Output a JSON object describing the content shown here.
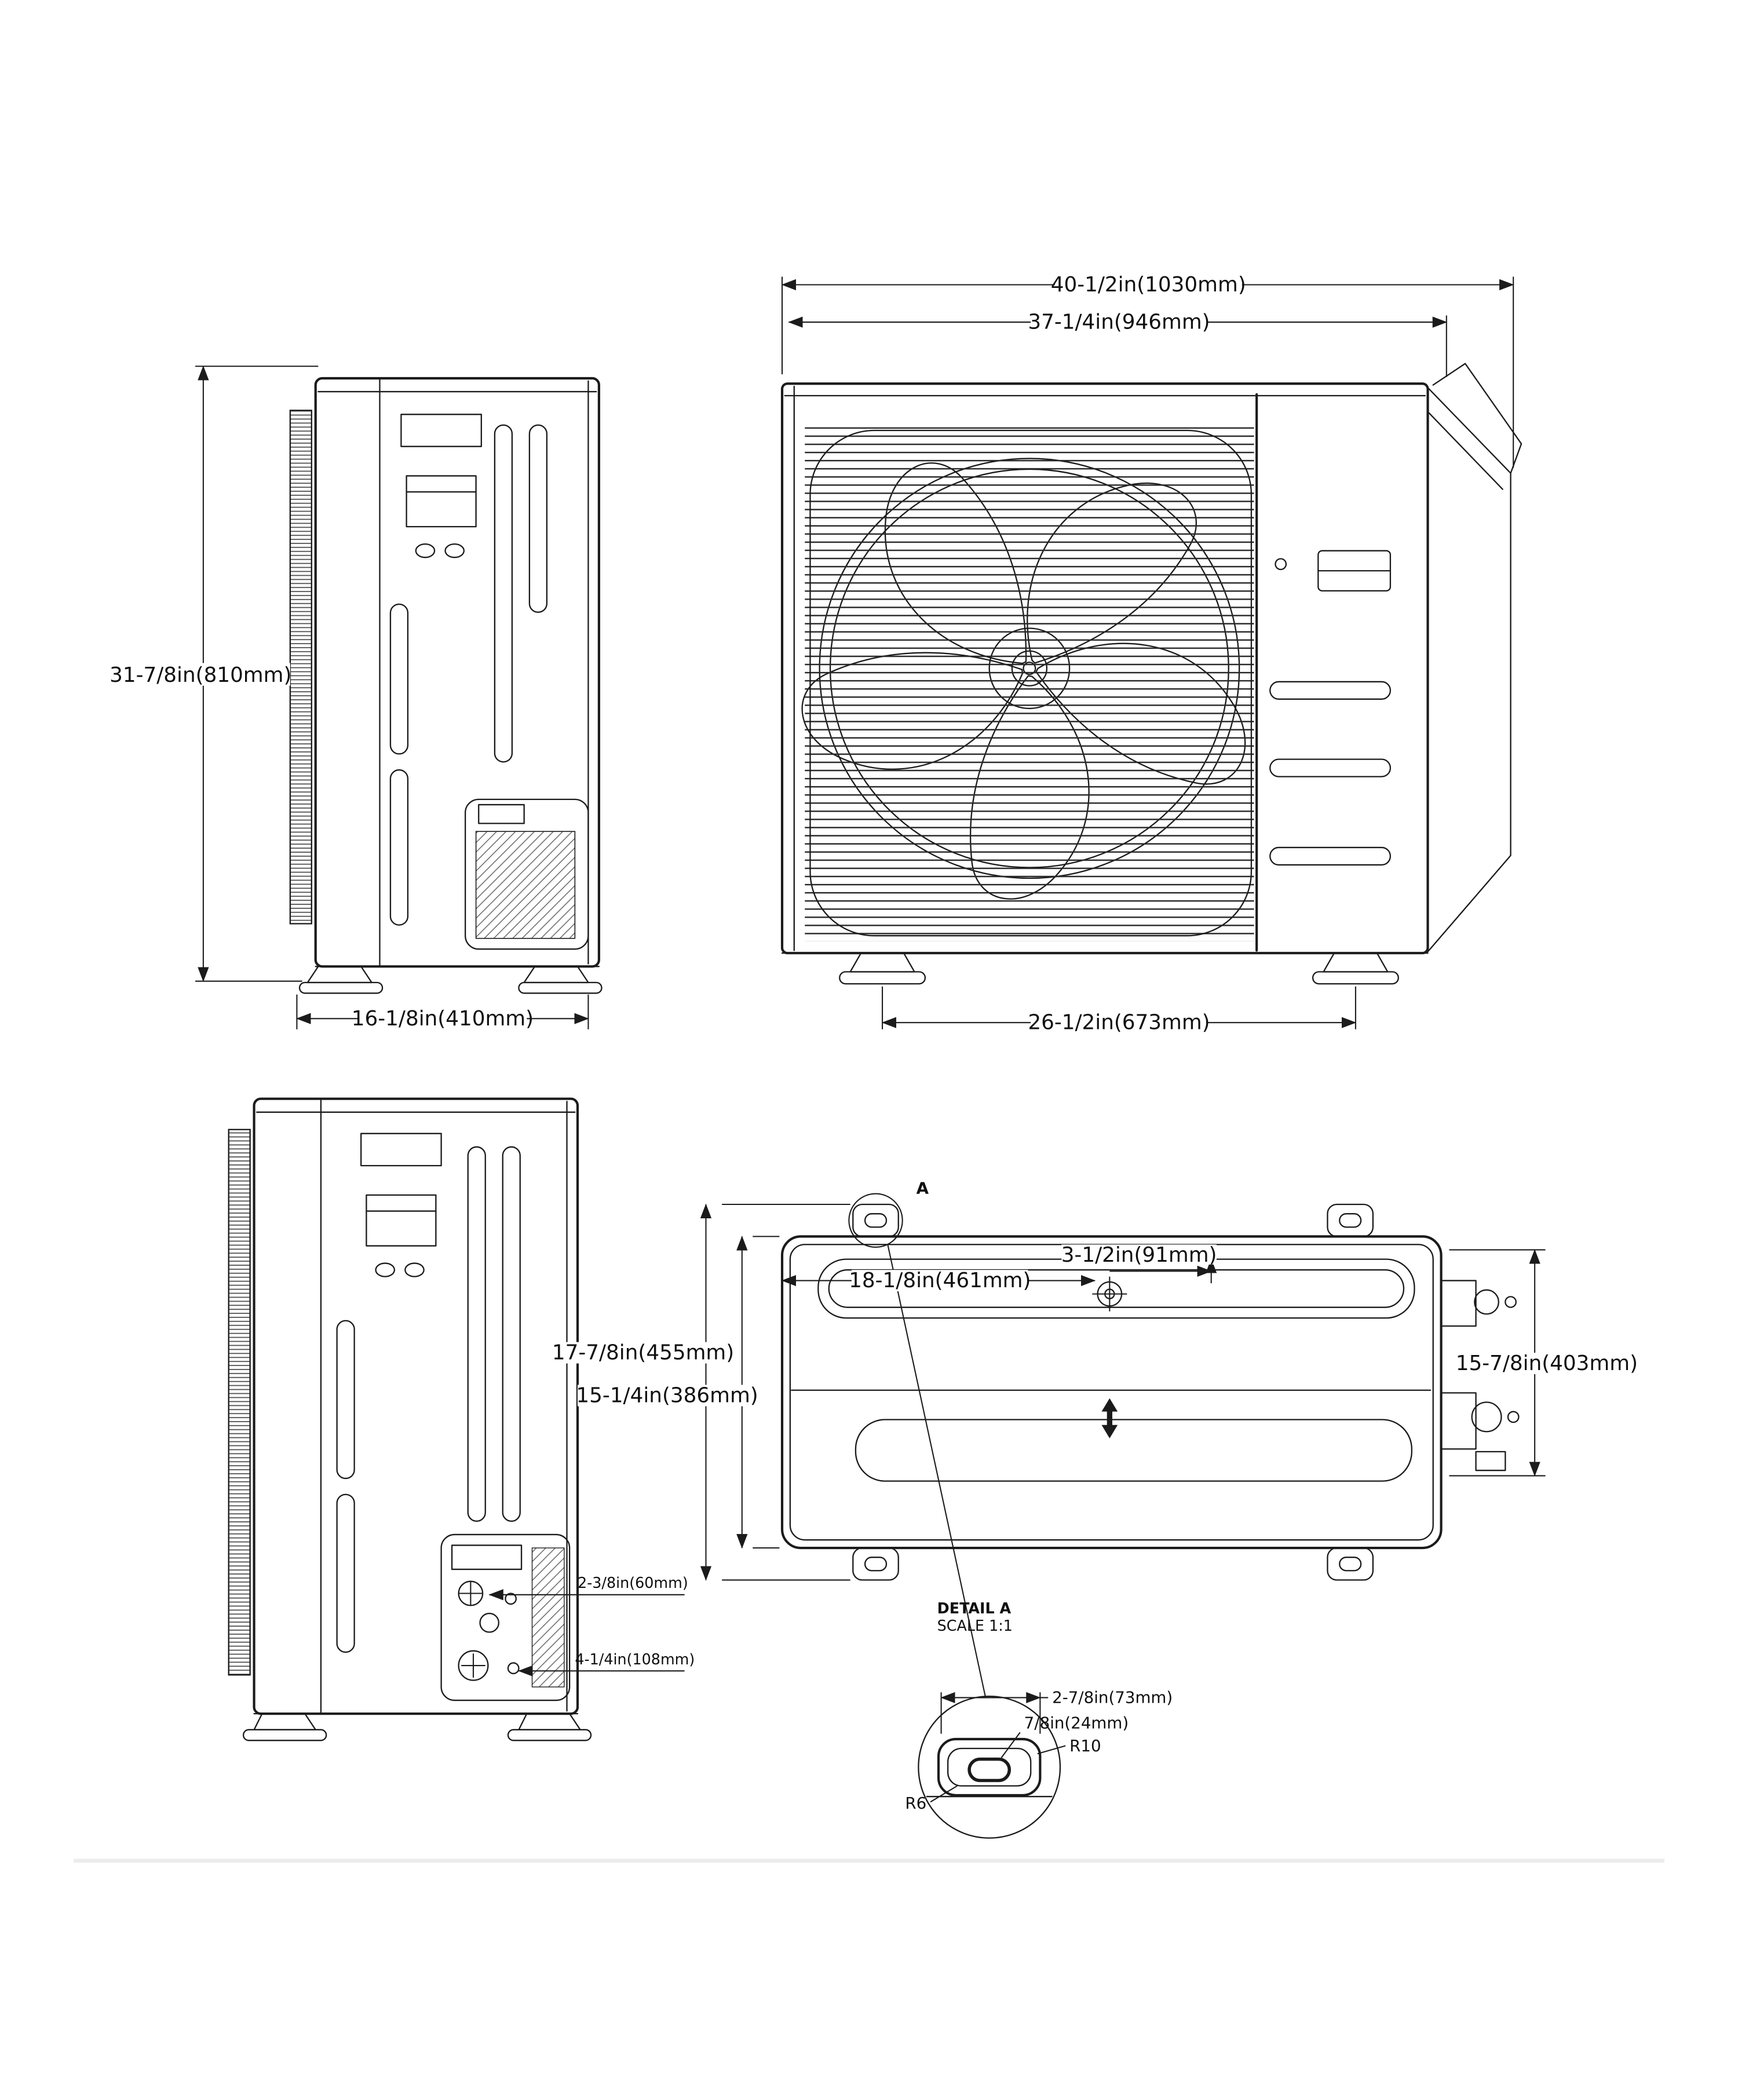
{
  "meta": {
    "background": "#ffffff",
    "line_color": "#1b1b1b",
    "divider_color": "#ececec",
    "drawing_type": "outdoor-unit-dimensional-drawing"
  },
  "views": {
    "side_upper": {
      "dim_height": "31-7/8in(810mm)",
      "dim_depth": "16-1/8in(410mm)"
    },
    "front": {
      "dim_width_overall": "40-1/2in(1030mm)",
      "dim_width_body": "37-1/4in(946mm)",
      "dim_feet_span": "26-1/2in(673mm)"
    },
    "side_lower": {
      "dim_small": "2-3/8in(60mm)",
      "dim_large": "4-1/4in(108mm)"
    },
    "top": {
      "dim_depth_overall": "17-7/8in(455mm)",
      "dim_depth_body": "15-1/4in(386mm)",
      "dim_hole_x": "18-1/8in(461mm)",
      "dim_hole_offset": "3-1/2in(91mm)",
      "dim_right_height": "15-7/8in(403mm)",
      "detail_marker": "A"
    },
    "detail_a": {
      "title": "DETAIL A",
      "scale": "SCALE 1:1",
      "dim_slot_width": "2-7/8in(73mm)",
      "dim_slot_height": "7/8in(24mm)",
      "radius_outer": "R10",
      "radius_inner": "R6"
    }
  }
}
